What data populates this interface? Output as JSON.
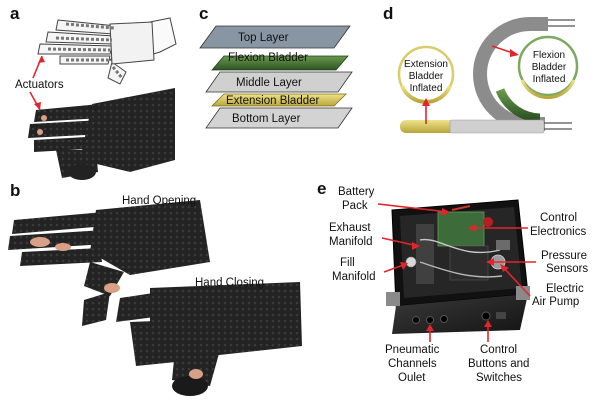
{
  "panels": {
    "a": {
      "label": "a",
      "actuators_label": "Actuators"
    },
    "b": {
      "label": "b",
      "hand_opening": "Hand Opening",
      "hand_closing": "Hand Closing"
    },
    "c": {
      "label": "c",
      "layers": [
        "Top Layer",
        "Flexion Bladder",
        "Middle Layer",
        "Extension Bladder",
        "Bottom Layer"
      ]
    },
    "d": {
      "label": "d",
      "extension_lines": [
        "Extension",
        "Bladder",
        "Inflated"
      ],
      "flexion_lines": [
        "Flexion",
        "Bladder",
        "Inflated"
      ]
    },
    "e": {
      "label": "e",
      "battery_lines": [
        "Battery",
        "Pack"
      ],
      "exhaust_lines": [
        "Exhaust",
        "Manifold"
      ],
      "fill_lines": [
        "Fill",
        "Manifold"
      ],
      "control_elec_lines": [
        "Control",
        "Electronics"
      ],
      "pressure_lines": [
        "Pressure",
        "Sensors"
      ],
      "pump_lines": [
        "Electric",
        "Air Pump"
      ],
      "pneumatic_lines": [
        "Pneumatic",
        "Channels",
        "Oulet"
      ],
      "buttons_lines": [
        "Control",
        "Buttons and",
        "Switches"
      ]
    }
  },
  "colors": {
    "arrow": "#e3252b",
    "glove": "#1c1c1c",
    "actuator_green": "#4f7a3a",
    "actuator_yellow": "#d8c85a",
    "layer_gray": "#cfcfcf",
    "top_layer": "#7f8c99"
  }
}
